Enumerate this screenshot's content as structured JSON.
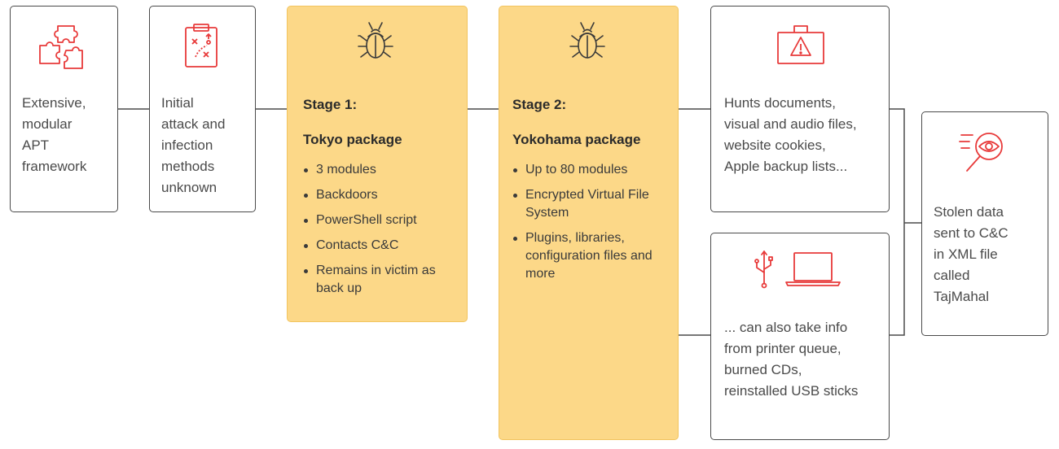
{
  "colors": {
    "accent_red": "#e83a3a",
    "stage_fill": "#fcd888",
    "stage_border": "#f2c45e",
    "outline": "#4a4a4a"
  },
  "boxes": {
    "framework": {
      "icon": "puzzle-pieces-icon",
      "text": "Extensive,\nmodular\nAPT\nframework"
    },
    "initial_attack": {
      "icon": "clipboard-strategy-icon",
      "text": "Initial\nattack and\ninfection\nmethods\nunknown"
    },
    "stage1": {
      "icon": "bug-icon",
      "heading": "Stage 1:",
      "package": "Tokyo package",
      "bullets": [
        "3 modules",
        "Backdoors",
        "PowerShell script",
        "Contacts C&C",
        "Remains in victim as back up"
      ]
    },
    "stage2": {
      "icon": "bug-icon",
      "heading": "Stage 2:",
      "package": "Yokohama package",
      "bullets": [
        "Up to 80 modules",
        "Encrypted Virtual File System",
        "Plugins, libraries, configuration files and more"
      ]
    },
    "hunts": {
      "icon": "warning-briefcase-icon",
      "text": "Hunts documents,\nvisual and audio files,\nwebsite cookies,\nApple backup lists..."
    },
    "usb": {
      "icons": [
        "usb-icon",
        "laptop-icon"
      ],
      "text": "... can also take info\nfrom printer queue,\nburned CDs,\nreinstalled USB sticks"
    },
    "stolen": {
      "icon": "eye-magnifier-icon",
      "text": "Stolen data\nsent to C&C\nin XML file\ncalled\nTajMahal"
    }
  }
}
